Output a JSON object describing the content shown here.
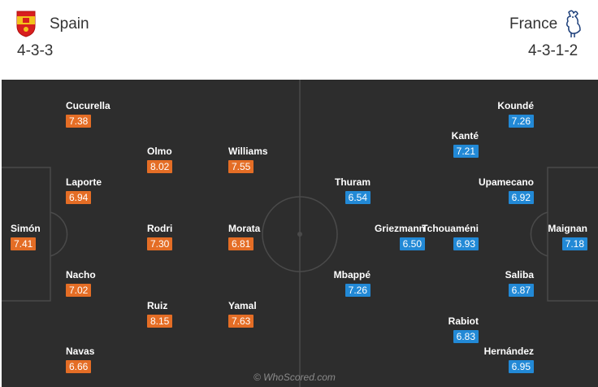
{
  "home": {
    "name": "Spain",
    "formation": "4-3-3",
    "color": "#e46d25",
    "players": [
      {
        "name": "Cucurella",
        "rating": "7.38"
      },
      {
        "name": "Olmo",
        "rating": "8.02"
      },
      {
        "name": "Williams",
        "rating": "7.55"
      },
      {
        "name": "Laporte",
        "rating": "6.94"
      },
      {
        "name": "Simón",
        "rating": "7.41"
      },
      {
        "name": "Rodri",
        "rating": "7.30"
      },
      {
        "name": "Morata",
        "rating": "6.81"
      },
      {
        "name": "Nacho",
        "rating": "7.02"
      },
      {
        "name": "Ruiz",
        "rating": "8.15"
      },
      {
        "name": "Yamal",
        "rating": "7.63"
      },
      {
        "name": "Navas",
        "rating": "6.66"
      }
    ]
  },
  "away": {
    "name": "France",
    "formation": "4-3-1-2",
    "color": "#2289d6",
    "players": [
      {
        "name": "Koundé",
        "rating": "7.26"
      },
      {
        "name": "Kanté",
        "rating": "7.21"
      },
      {
        "name": "Thuram",
        "rating": "6.54"
      },
      {
        "name": "Upamecano",
        "rating": "6.92"
      },
      {
        "name": "Griezmann",
        "rating": "6.50"
      },
      {
        "name": "Tchouaméni",
        "rating": "6.93"
      },
      {
        "name": "Maignan",
        "rating": "7.18"
      },
      {
        "name": "Mbappé",
        "rating": "7.26"
      },
      {
        "name": "Saliba",
        "rating": "6.87"
      },
      {
        "name": "Rabiot",
        "rating": "6.83"
      },
      {
        "name": "Hernández",
        "rating": "6.95"
      }
    ]
  },
  "watermark": "© WhoScored.com",
  "icons": {
    "home_crest": "spain-crest-icon",
    "away_crest": "france-rooster-icon"
  }
}
